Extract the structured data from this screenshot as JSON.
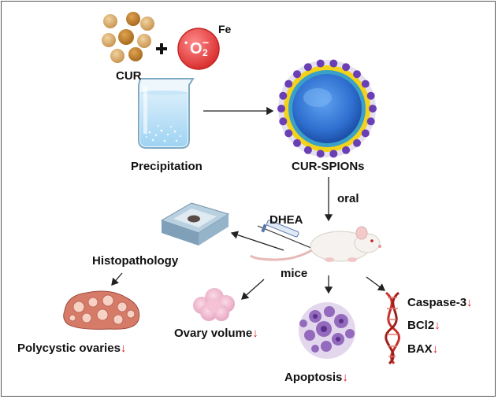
{
  "labels": {
    "cur": "CUR",
    "fe": "Fe",
    "oxygen": "O",
    "oxygen_sub": "2",
    "oxygen_charge": "−",
    "oxygen_dot": "•",
    "plus": "+",
    "precipitation": "Precipitation",
    "cur_spions": "CUR-SPIONs",
    "oral": "oral",
    "dhea": "DHEA",
    "mice": "mice",
    "histopathology": "Histopathology",
    "polycystic_ovaries": "Polycystic ovaries",
    "ovary_volume": "Ovary volume",
    "apoptosis": "Apoptosis",
    "caspase3": "Caspase-3",
    "bcl2": "BCl2",
    "bax": "BAX",
    "down_arrow": "↓"
  },
  "colors": {
    "indicator_red": "#e31b1b",
    "oxygen_red": "#e84a4a",
    "nanoparticle_core": "#3b7fd9",
    "nanoparticle_shell": "#f2d21a",
    "nanoparticle_ligand": "#6a3fb5"
  }
}
